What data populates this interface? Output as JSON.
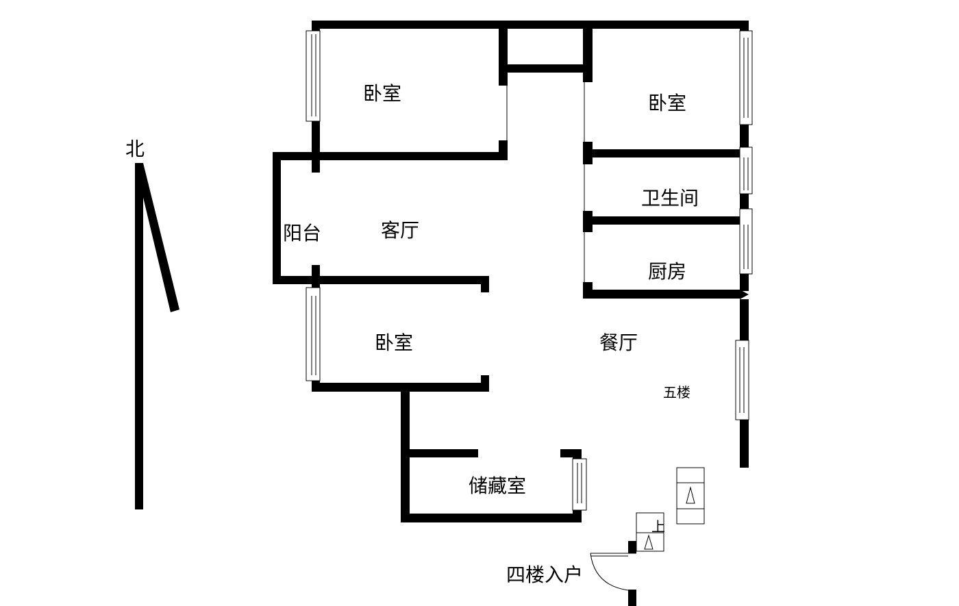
{
  "rooms": {
    "bedroom_nw": "卧室",
    "bedroom_ne": "卧室",
    "bedroom_w": "卧室",
    "bathroom": "卫生间",
    "living_room": "客厅",
    "balcony": "阳台",
    "kitchen": "厨房",
    "dining_room": "餐厅",
    "storage_room": "储藏室"
  },
  "labels": {
    "north": "北",
    "floor_five": "五楼",
    "stair_up": "上",
    "entrance": "四楼入户"
  },
  "colors": {
    "wall": "#000000",
    "background": "#ffffff"
  }
}
